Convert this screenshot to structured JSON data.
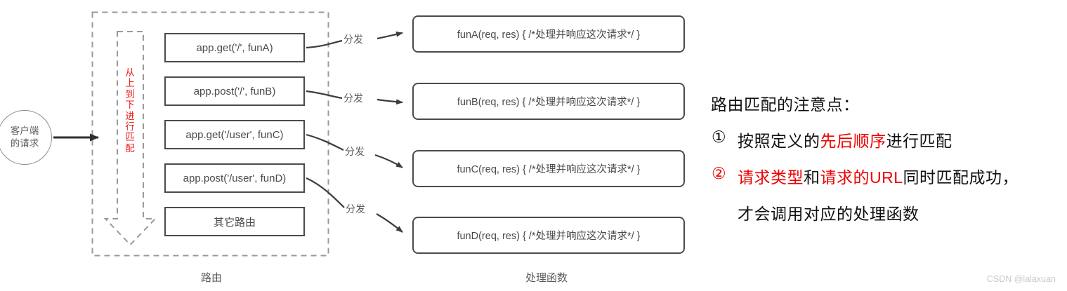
{
  "diagram": {
    "client_node": {
      "line1": "客户端",
      "line2": "的请求"
    },
    "flow_arrow_label": "从上到下进行匹配",
    "route_group": {
      "caption": "路由",
      "items": [
        {
          "label": "app.get('/', funA)"
        },
        {
          "label": "app.post('/', funB)"
        },
        {
          "label": "app.get('/user', funC)"
        },
        {
          "label": "app.post('/user', funD)"
        },
        {
          "label": "其它路由"
        }
      ]
    },
    "handler_group": {
      "caption": "处理函数",
      "items": [
        {
          "label": "funA(req, res) { /*处理并响应这次请求*/ }"
        },
        {
          "label": "funB(req, res) { /*处理并响应这次请求*/ }"
        },
        {
          "label": "funC(req, res) { /*处理并响应这次请求*/ }"
        },
        {
          "label": "funD(req, res) { /*处理并响应这次请求*/ }"
        }
      ]
    },
    "connector_labels": [
      "分发",
      "分发",
      "分发",
      "分发"
    ]
  },
  "notes": {
    "title": "路由匹配的注意点：",
    "item1": {
      "marker": "①",
      "part1": "按照定义的",
      "highlight1": "先后顺序",
      "part2": "进行匹配"
    },
    "item2": {
      "marker": "②",
      "highlight1": "请求类型",
      "mid": "和",
      "highlight2": "请求的URL",
      "tail": "同时匹配成功，",
      "line2": "才会调用对应的处理函数"
    }
  },
  "watermark": "CSDN @lalaxuan",
  "colors": {
    "accent_red": "#ee0000",
    "box_border": "#4b4b4b",
    "text_gray": "#4a4a4a",
    "dashed_gray": "#9a9a9a"
  }
}
